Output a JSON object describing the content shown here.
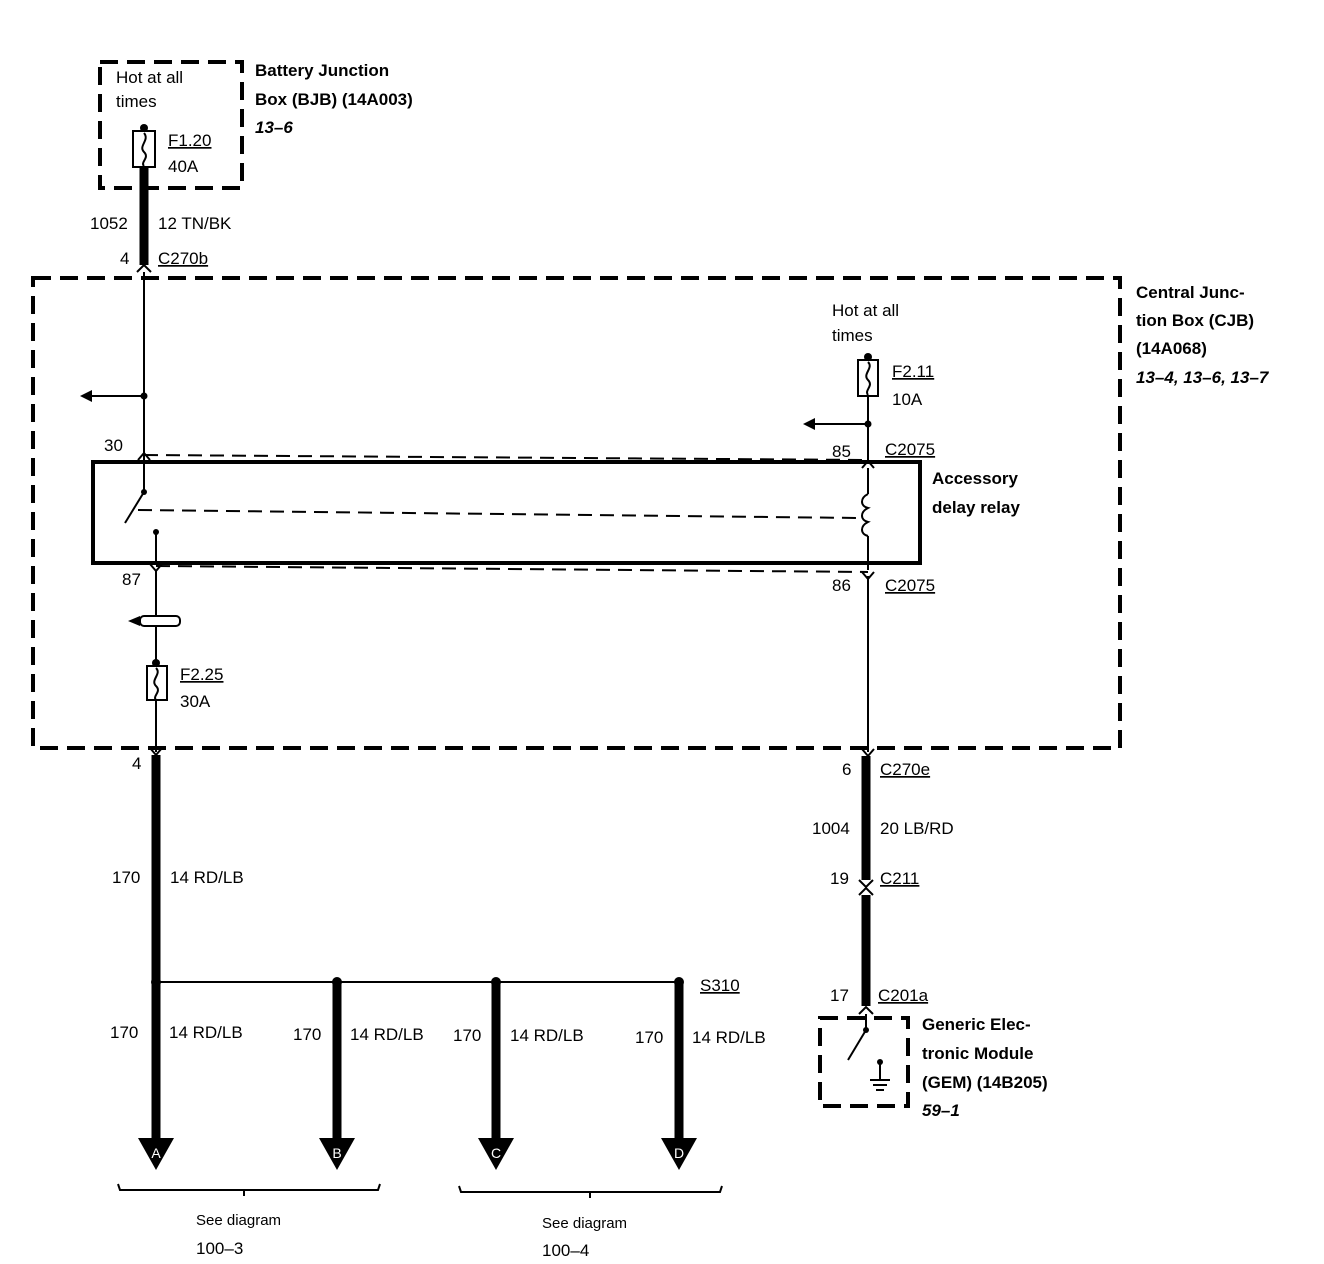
{
  "bjb": {
    "hot_label_1": "Hot at all",
    "hot_label_2": "times",
    "fuse_id": "F1.20",
    "fuse_rating": "40A",
    "name_1": "Battery Junction",
    "name_2": "Box (BJB) (14A003)",
    "ref": "13–6"
  },
  "wire_1052": {
    "circuit": "1052",
    "spec": "12 TN/BK"
  },
  "c270b": {
    "pin": "4",
    "connector": "C270b"
  },
  "cjb": {
    "name_1": "Central Junc-",
    "name_2": "tion Box (CJB)",
    "name_3": "(14A068)",
    "ref": "13–4, 13–6, 13–7",
    "hot_label_1": "Hot at all",
    "hot_label_2": "times",
    "fuse_f211_id": "F2.11",
    "fuse_f211_rating": "10A",
    "fuse_f225_id": "F2.25",
    "fuse_f225_rating": "30A"
  },
  "relay": {
    "name_1": "Accessory",
    "name_2": "delay relay",
    "pin_30": "30",
    "pin_87": "87",
    "pin_85": "85",
    "pin_86": "86",
    "conn_85": "C2075",
    "conn_86": "C2075"
  },
  "c270_left": {
    "pin": "4"
  },
  "c270e": {
    "pin": "6",
    "connector": "C270e"
  },
  "wire_1004": {
    "circuit": "1004",
    "spec": "20 LB/RD"
  },
  "c211": {
    "pin": "19",
    "connector": "C211"
  },
  "c201a": {
    "pin": "17",
    "connector": "C201a"
  },
  "gem": {
    "name_1": "Generic Elec-",
    "name_2": "tronic Module",
    "name_3": "(GEM) (14B205)",
    "ref": "59–1"
  },
  "wire_170_main": {
    "circuit": "170",
    "spec": "14 RD/LB"
  },
  "splice": {
    "id": "S310"
  },
  "branches": [
    {
      "circuit": "170",
      "spec": "14 RD/LB",
      "letter": "A"
    },
    {
      "circuit": "170",
      "spec": "14 RD/LB",
      "letter": "B"
    },
    {
      "circuit": "170",
      "spec": "14 RD/LB",
      "letter": "C"
    },
    {
      "circuit": "170",
      "spec": "14 RD/LB",
      "letter": "D"
    }
  ],
  "see_left": {
    "label": "See diagram",
    "page": "100–3"
  },
  "see_right": {
    "label": "See diagram",
    "page": "100–4"
  }
}
